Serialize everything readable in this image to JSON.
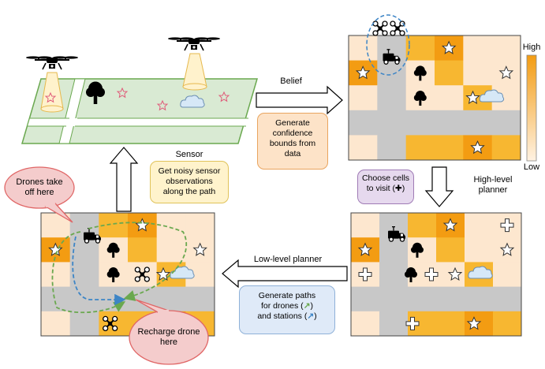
{
  "labels": {
    "belief": "Belief",
    "sensor": "Sensor",
    "high_level_planner": "High-level\nplanner",
    "low_level_planner": "Low-level planner",
    "legend_high": "High",
    "legend_low": "Low"
  },
  "notes": {
    "generate_bounds": "Generate\nconfidence\nbounds from\ndata",
    "noisy_sensor": "Get noisy sensor\nobservations\nalong the path",
    "choose_cells": "Choose cells\nto visit (✚)",
    "generate_paths_line1": "Generate paths",
    "generate_paths_line2": "for drones (",
    "generate_paths_line3": "and stations ("
  },
  "bubbles": {
    "takeoff": "Drones take\noff here",
    "recharge": "Recharge drone\nhere"
  },
  "colors": {
    "high": "#f39c12",
    "mid": "#f7b731",
    "low": "#fde7cf",
    "road": "#c8c8c8",
    "drone_path": "#6aa84f",
    "station_path": "#3d85c6",
    "grass": "#d9ead3"
  },
  "icons": [
    "drone-icon",
    "truck-icon",
    "tree-icon",
    "star-icon",
    "cloud-icon",
    "plus-icon",
    "sensor-cone-icon"
  ]
}
